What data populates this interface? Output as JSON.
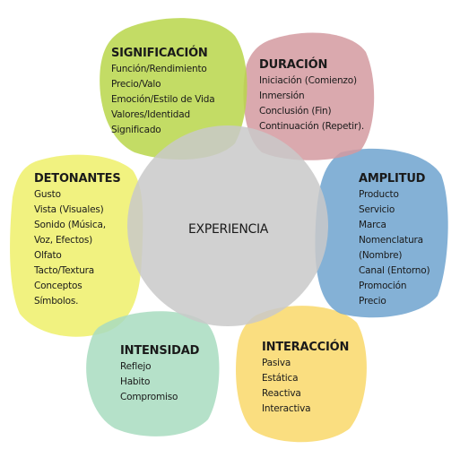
{
  "center_label": "EXPERIENCIA",
  "colors": {
    "center": "#c9c9c9",
    "significacion": "#b8d64a",
    "duracion": "#d49aa0",
    "amplitud": "#6fa3cf",
    "interaccion": "#f9d86a",
    "intensidad": "#a8dcbf",
    "detonantes": "#eef06a"
  },
  "groups": {
    "significacion": {
      "title": "SIGNIFICACIÓN",
      "items": [
        "Función/Rendimiento",
        "Precio/Valo",
        "Emoción/Estilo de Vida",
        "Valores/Identidad",
        "Significado"
      ]
    },
    "duracion": {
      "title": "DURACIÓN",
      "items": [
        "Iniciación (Comienzo)",
        "Inmersión",
        "Conclusión (Fin)",
        "Continuación (Repetir)."
      ]
    },
    "amplitud": {
      "title": "AMPLITUD",
      "items": [
        "Producto",
        "Servicio",
        "Marca",
        "Nomenclatura",
        "(Nombre)",
        "Canal (Entorno)",
        "Promoción",
        "Precio"
      ]
    },
    "interaccion": {
      "title": "INTERACCIÓN",
      "items": [
        "Pasiva",
        "Estática",
        "Reactiva",
        "Interactiva"
      ]
    },
    "intensidad": {
      "title": "INTENSIDAD",
      "items": [
        "Reflejo",
        "Habito",
        "Compromiso"
      ]
    },
    "detonantes": {
      "title": "DETONANTES",
      "items": [
        "Gusto",
        "Vista (Visuales)",
        "Sonido (Música,",
        "Voz, Efectos)",
        "Olfato",
        "Tacto/Textura",
        "Conceptos",
        "Símbolos."
      ]
    }
  }
}
